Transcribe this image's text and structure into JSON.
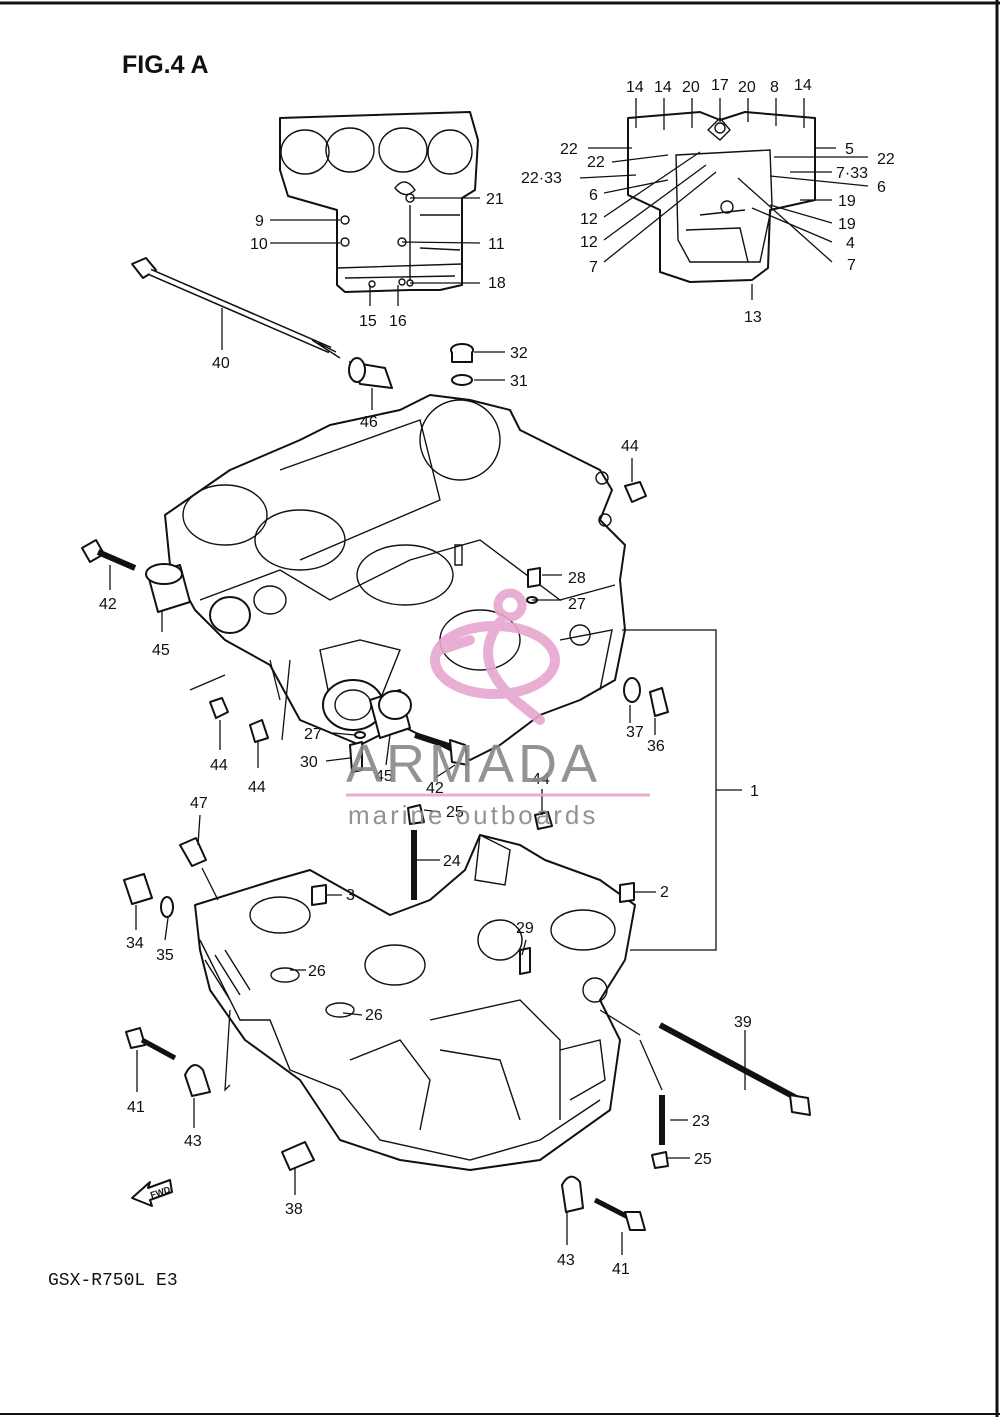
{
  "figure": {
    "title": "FIG.4 A",
    "model_code": "GSX-R750L  E3",
    "fwd_label": "FWD"
  },
  "watermark": {
    "brand": "ARMADA",
    "tagline": "marine outboards",
    "accent_color": "#e7a6cf"
  },
  "callouts": [
    "14",
    "14",
    "20",
    "17",
    "20",
    "8",
    "14",
    "22",
    "22",
    "22·33",
    "6",
    "12",
    "12",
    "7",
    "5",
    "22",
    "7·33",
    "6",
    "19",
    "19",
    "4",
    "7",
    "13",
    "21",
    "9",
    "11",
    "10",
    "18",
    "15",
    "16",
    "32",
    "31",
    "40",
    "46",
    "44",
    "42",
    "45",
    "28",
    "27",
    "37",
    "36",
    "27",
    "30",
    "45",
    "42",
    "44",
    "44",
    "44",
    "1",
    "25",
    "24",
    "47",
    "3",
    "2",
    "34",
    "35",
    "26",
    "26",
    "29",
    "39",
    "41",
    "43",
    "23",
    "25",
    "38",
    "43",
    "41"
  ]
}
